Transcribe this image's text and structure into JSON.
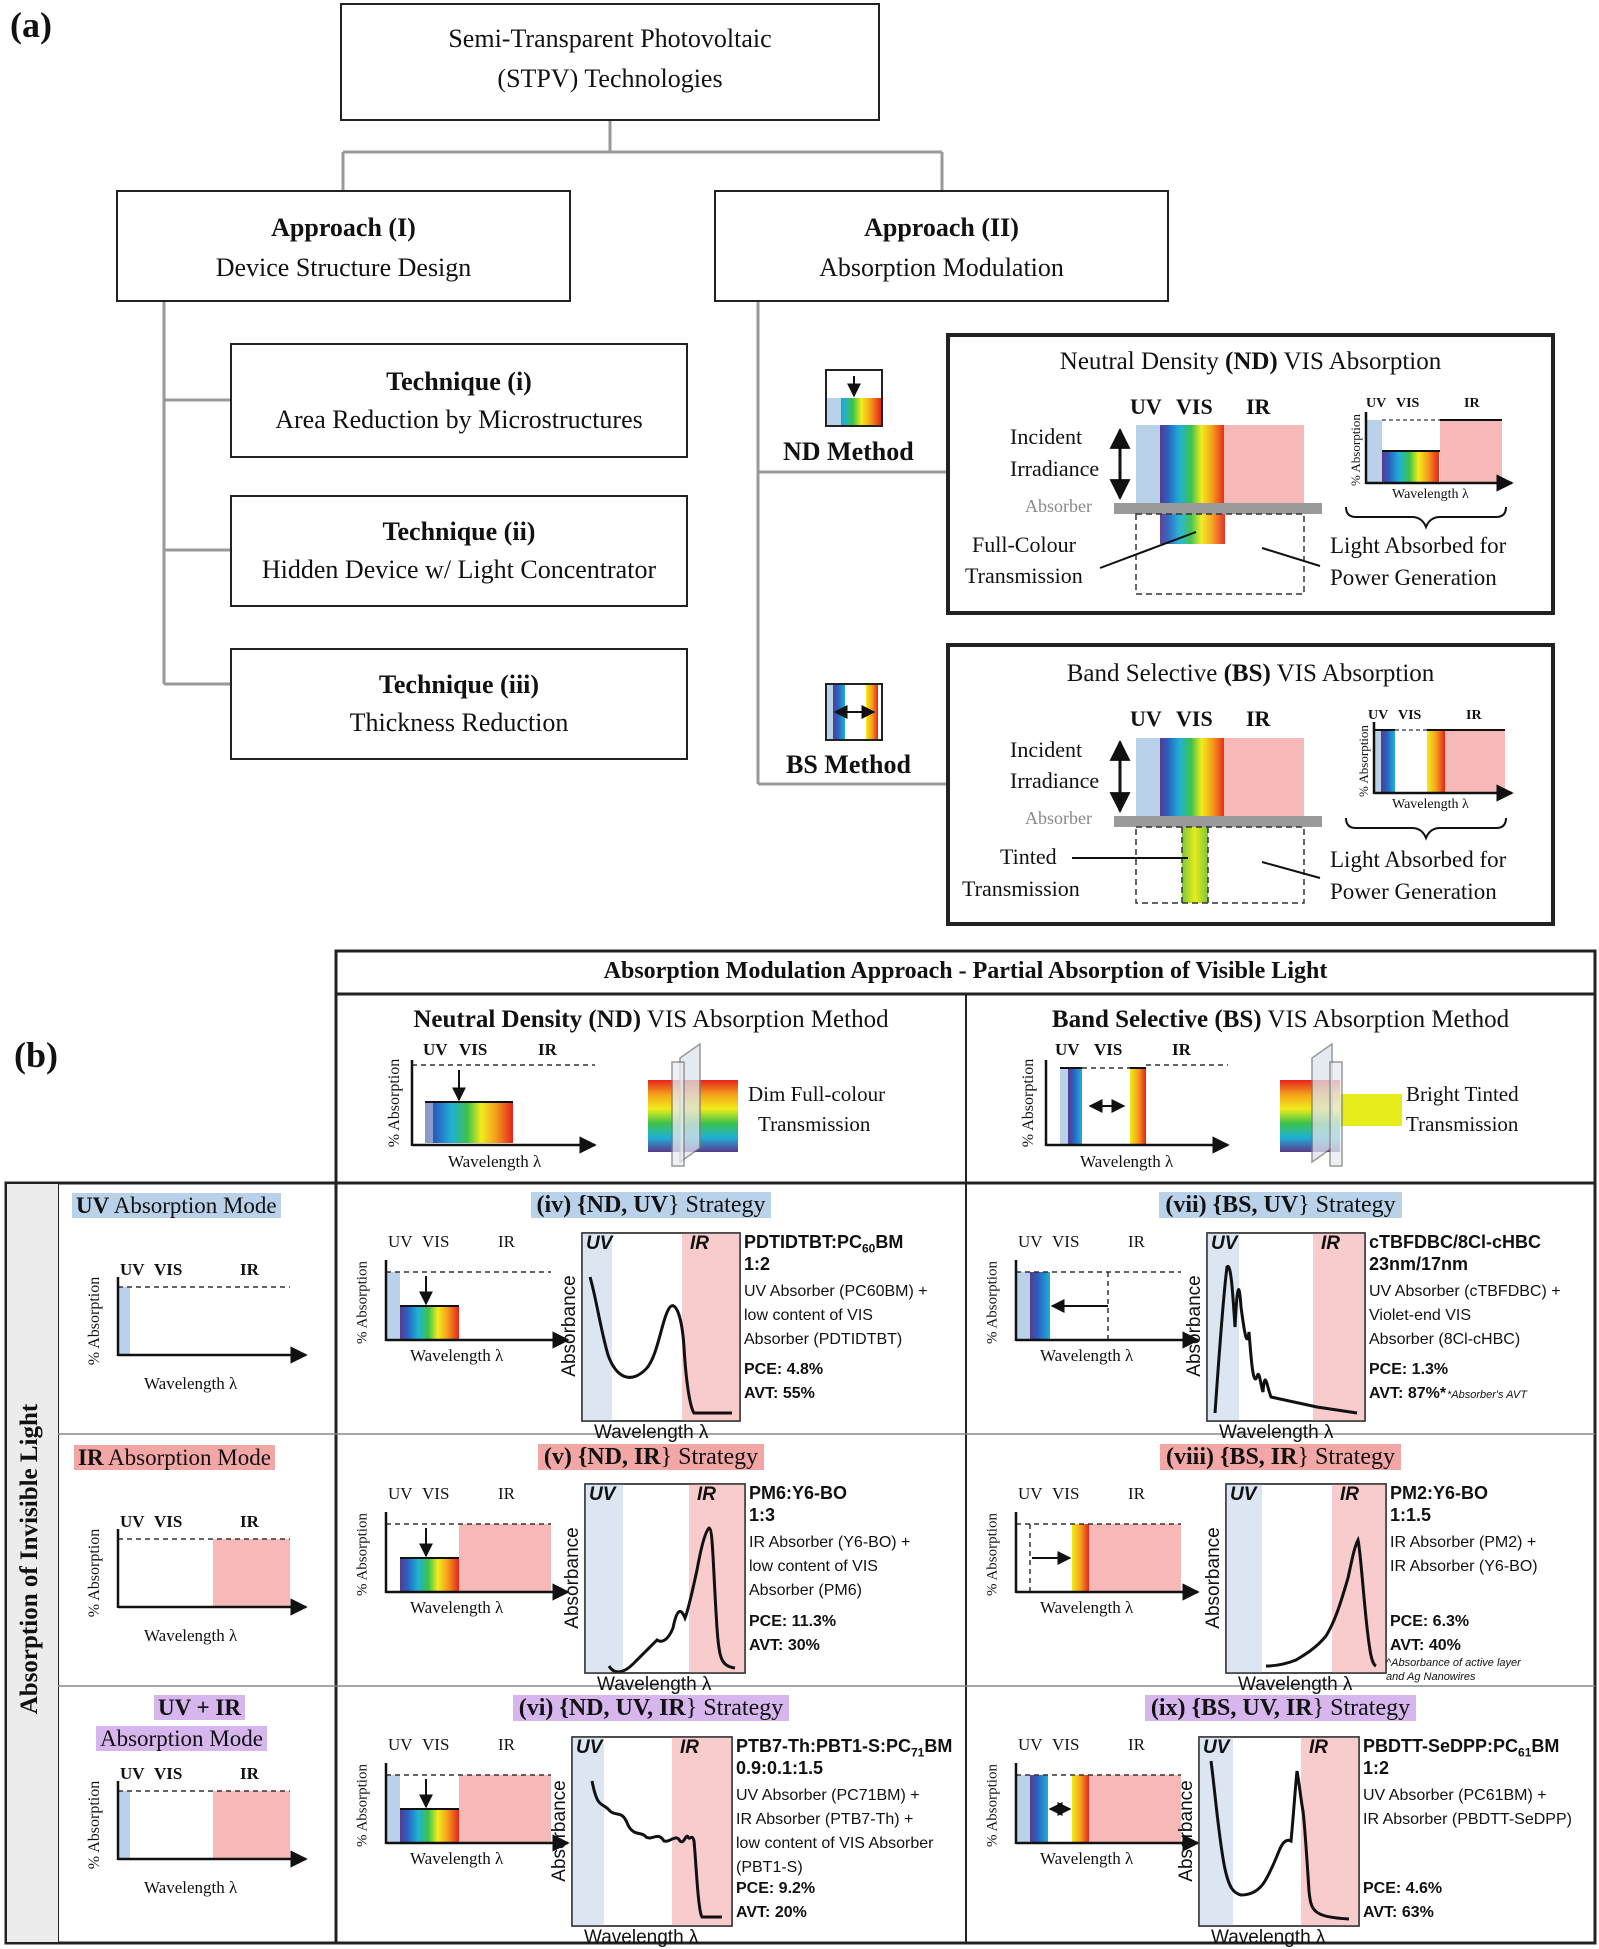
{
  "colors": {
    "uv": "#b9d2ea",
    "ir": "#f2a6a6",
    "uvir_mode": "#d7b6ee",
    "line": "#999999",
    "absorber": "#9a9a9a"
  },
  "part_a": {
    "label": "(a)",
    "root": {
      "line1": "Semi-Transparent Photovoltaic",
      "line2": "(STPV) Technologies"
    },
    "approach1": {
      "title": "Approach (I)",
      "subtitle": "Device Structure Design"
    },
    "approach2": {
      "title": "Approach (II)",
      "subtitle": "Absorption Modulation"
    },
    "techniques": [
      {
        "title": "Technique (i)",
        "subtitle": "Area Reduction by Microstructures"
      },
      {
        "title": "Technique (ii)",
        "subtitle": "Hidden Device w/ Light Concentrator"
      },
      {
        "title": "Technique (iii)",
        "subtitle": "Thickness Reduction"
      }
    ],
    "nd_method": {
      "label": "ND Method"
    },
    "bs_method": {
      "label": "BS Method"
    },
    "nd_panel": {
      "title_pre": "Neutral Density ",
      "title_bold": "(ND)",
      "title_post": " VIS Absorption",
      "uv": "UV",
      "vis": "VIS",
      "ir": "IR",
      "incident1": "Incident",
      "incident2": "Irradiance",
      "absorber": "Absorber",
      "trans1": "Full-Colour",
      "trans2": "Transmission",
      "absorbed1": "Light Absorbed for",
      "absorbed2": "Power Generation",
      "mini_y": "% Absorption",
      "mini_x": "Wavelength λ"
    },
    "bs_panel": {
      "title_pre": "Band Selective ",
      "title_bold": "(BS)",
      "title_post": " VIS Absorption",
      "uv": "UV",
      "vis": "VIS",
      "ir": "IR",
      "incident1": "Incident",
      "incident2": "Irradiance",
      "absorber": "Absorber",
      "trans1": "Tinted",
      "trans2": "Transmission",
      "absorbed1": "Light Absorbed for",
      "absorbed2": "Power Generation",
      "mini_y": "% Absorption",
      "mini_x": "Wavelength λ"
    }
  },
  "part_b": {
    "label": "(b)",
    "header": "Absorption Modulation Approach - Partial Absorption of Visible Light",
    "row_header": "Absorption of Invisible Light",
    "nd_col": {
      "title_bold1": "Neutral Density ",
      "title_bold2": "(ND)",
      "title_post": " VIS Absorption Method",
      "desc1": "Dim Full-colour",
      "desc2": "Transmission"
    },
    "bs_col": {
      "title_bold1": "Band Selective ",
      "title_bold2": "(BS)",
      "title_post": " VIS Absorption Method",
      "desc1": "Bright Tinted",
      "desc2": "Transmission"
    },
    "axis": {
      "uv": "UV",
      "vis": "VIS",
      "ir": "IR",
      "y": "% Absorption",
      "x": "Wavelength λ",
      "abs_y": "Absorbance"
    },
    "modes": [
      {
        "highlight": "UV",
        "rest": " Absorption Mode"
      },
      {
        "highlight": "IR",
        "rest": " Absorption Mode"
      },
      {
        "line1": "UV + IR",
        "line2": "Absorption Mode"
      }
    ],
    "strategies": [
      {
        "id": "iv",
        "pre": "(iv) {",
        "bold": "ND, UV",
        "post": "} Strategy",
        "mat1": "PDTIDTBT:PC",
        "sub": "60",
        "mat2": "BM",
        "ratio": "1:2",
        "desc": [
          "UV Absorber (PC60BM) +",
          "low content of VIS",
          "Absorber (PDTIDTBT)"
        ],
        "pce": "PCE: 4.8%",
        "avt": "AVT: 55%",
        "note": ""
      },
      {
        "id": "vii",
        "pre": "(vii) {",
        "bold": "BS, UV",
        "post": "} Strategy",
        "mat1": "cTBFDBC/8Cl-cHBC",
        "sub": "",
        "mat2": "",
        "ratio": "23nm/17nm",
        "desc": [
          "UV Absorber (cTBFDBC) +",
          "Violet-end VIS",
          "Absorber (8Cl-cHBC)"
        ],
        "pce": "PCE: 1.3%",
        "avt": "AVT: 87%*",
        "note": "*Absorber's AVT"
      },
      {
        "id": "v",
        "pre": "(v) {",
        "bold": "ND, IR",
        "post": "} Strategy",
        "mat1": "PM6:Y6-BO",
        "sub": "",
        "mat2": "",
        "ratio": "1:3",
        "desc": [
          "IR Absorber (Y6-BO) +",
          "low content of VIS",
          "Absorber (PM6)"
        ],
        "pce": "PCE: 11.3%",
        "avt": "AVT: 30%",
        "note": ""
      },
      {
        "id": "viii",
        "pre": "(viii) {",
        "bold": "BS, IR",
        "post": "} Strategy",
        "mat1": "PM2:Y6-BO",
        "sub": "",
        "mat2": "",
        "ratio": "1:1.5",
        "desc": [
          "IR Absorber (PM2) +",
          "IR Absorber (Y6-BO)"
        ],
        "pce": "PCE: 6.3%",
        "avt": "AVT: 40%",
        "note": "^Absorbance of active layer",
        "note2": "and Ag Nanowires"
      },
      {
        "id": "vi",
        "pre": "(vi) {",
        "bold": "ND, UV, IR",
        "post": "} Strategy",
        "mat1": "PTB7-Th:PBT1-S:PC",
        "sub": "71",
        "mat2": "BM",
        "ratio": "0.9:0.1:1.5",
        "desc": [
          "UV Absorber (PC71BM) +",
          "IR Absorber (PTB7-Th) +",
          "low content of VIS Absorber",
          "(PBT1-S)"
        ],
        "pce": "PCE: 9.2%",
        "avt": "AVT: 20%",
        "note": ""
      },
      {
        "id": "ix",
        "pre": "(ix) {",
        "bold": "BS, UV, IR",
        "post": "} Strategy",
        "mat1": "PBDTT-SeDPP:PC",
        "sub": "61",
        "mat2": "BM",
        "ratio": "1:2",
        "desc": [
          "UV Absorber (PC61BM) +",
          "IR Absorber (PBDTT-SeDPP)"
        ],
        "pce": "PCE: 4.6%",
        "avt": "AVT: 63%",
        "note": ""
      }
    ]
  }
}
